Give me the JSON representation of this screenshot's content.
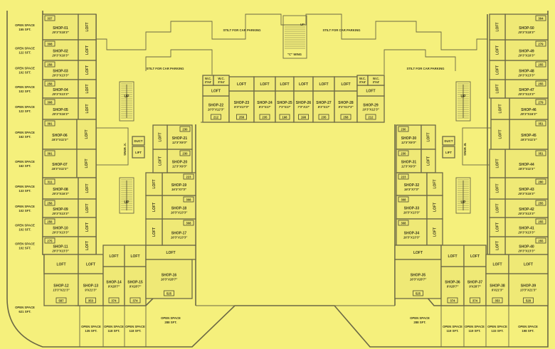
{
  "labels": {
    "stilt": "STILT FOR CAR PARKING",
    "loft": "LOFT",
    "lift": "LIFT",
    "duct": "DUCT",
    "up": "UP",
    "wc": "W.C.",
    "wc_dim": "3'X4'",
    "c_wing": "\"C\" WING",
    "x_wing": "'X' WING",
    "b_wing": "'B' WING"
  },
  "colors": {
    "paper": "#f5f07c",
    "lines": "#6b6845",
    "text": "#3c3a20"
  },
  "shops": [
    {
      "name": "SHOP-01",
      "dim": "20'3\"X18'3\"",
      "area": "337"
    },
    {
      "name": "SHOP-02",
      "dim": "20'3\"X16'3\"",
      "area": "308"
    },
    {
      "name": "SHOP-03",
      "dim": "20'3\"X13'3\"",
      "area": "256"
    },
    {
      "name": "SHOP-04",
      "dim": "20'3\"X13'3\"",
      "area": "256"
    },
    {
      "name": "SHOP-05",
      "dim": "20'3\"X16'3\"",
      "area": "308"
    },
    {
      "name": "SHOP-06",
      "dim": "18'3\"X11'3\"",
      "area": "391"
    },
    {
      "name": "SHOP-07",
      "dim": "18'3\"X11'3\"",
      "area": "391"
    },
    {
      "name": "SHOP-08",
      "dim": "20'3\"X16'3\"",
      "area": "311"
    },
    {
      "name": "SHOP-09",
      "dim": "20'3\"X13'3\"",
      "area": "256"
    },
    {
      "name": "SHOP-10",
      "dim": "20'3\"X13'3\"",
      "area": "256"
    },
    {
      "name": "SHOP-11",
      "dim": "20'3\"X13'3\"",
      "area": "275"
    },
    {
      "name": "SHOP-12",
      "dim": "13'3\"X21'3\"",
      "area": "587"
    },
    {
      "name": "SHOP-13",
      "dim": "9'X21'3\"",
      "area": "353"
    },
    {
      "name": "SHOP-14",
      "dim": "9'X28'7\"",
      "area": "374"
    },
    {
      "name": "SHOP-15",
      "dim": "9'X28'7\"",
      "area": "374"
    },
    {
      "name": "SHOP-16",
      "dim": "16'3\"X28'7\"",
      "area": "525"
    },
    {
      "name": "SHOP-17",
      "dim": "16'3\"X13'3\"",
      "area": "308"
    },
    {
      "name": "SHOP-18",
      "dim": "16'3\"X13'3\"",
      "area": "308"
    },
    {
      "name": "SHOP-19",
      "dim": "16'3\"X7'3\"",
      "area": "223"
    },
    {
      "name": "SHOP-20",
      "dim": "12'3\"X9'3\"",
      "area": "230"
    },
    {
      "name": "SHOP-21",
      "dim": "12'3\"X9'3\"",
      "area": "230"
    },
    {
      "name": "SHOP-22",
      "dim": "10'3\"X12'3\"",
      "area": "212"
    },
    {
      "name": "SHOP-23",
      "dim": "9'3\"X17'3\"",
      "area": "258"
    },
    {
      "name": "SHOP-24",
      "dim": "8'3\"X17'",
      "area": "235"
    },
    {
      "name": "SHOP-25",
      "dim": "7'3\"X17'",
      "area": "198"
    },
    {
      "name": "SHOP-26",
      "dim": "7'3\"X17'",
      "area": "198"
    },
    {
      "name": "SHOP-27",
      "dim": "8'3\"X17'",
      "area": "235"
    },
    {
      "name": "SHOP-28",
      "dim": "9'3\"X17'3\"",
      "area": "258"
    },
    {
      "name": "SHOP-29",
      "dim": "10'3\"X12'3\"",
      "area": "212"
    },
    {
      "name": "SHOP-30",
      "dim": "12'3\"X9'3\"",
      "area": "230"
    },
    {
      "name": "SHOP-31",
      "dim": "12'3\"X9'3\"",
      "area": "230"
    },
    {
      "name": "SHOP-32",
      "dim": "16'3\"X7'3\"",
      "area": "223"
    },
    {
      "name": "SHOP-33",
      "dim": "16'3\"X13'3\"",
      "area": "308"
    },
    {
      "name": "SHOP-34",
      "dim": "16'3\"X13'3\"",
      "area": "308"
    },
    {
      "name": "SHOP-35",
      "dim": "16'3\"X28'7\"",
      "area": "525"
    },
    {
      "name": "SHOP-36",
      "dim": "9'X28'7\"",
      "area": "374"
    },
    {
      "name": "SHOP-37",
      "dim": "9'X28'7\"",
      "area": "374"
    },
    {
      "name": "SHOP-38",
      "dim": "9'X21'3\"",
      "area": "353"
    },
    {
      "name": "SHOP-39",
      "dim": "13'3\"X21'3\"",
      "area": "528"
    },
    {
      "name": "SHOP-40",
      "dim": "20'3\"X13'3\"",
      "area": "255"
    },
    {
      "name": "SHOP-41",
      "dim": "20'3\"X13'3\"",
      "area": "255"
    },
    {
      "name": "SHOP-42",
      "dim": "20'3\"X13'3\"",
      "area": "255"
    },
    {
      "name": "SHOP-43",
      "dim": "20'3\"X15'3\"",
      "area": "280"
    },
    {
      "name": "SHOP-44",
      "dim": "18'3\"X11'3\"",
      "area": "351"
    },
    {
      "name": "SHOP-45",
      "dim": "18'3\"X11'3\"",
      "area": "351"
    },
    {
      "name": "SHOP-46",
      "dim": "20'3\"X16'3\"",
      "area": "279"
    },
    {
      "name": "SHOP-47",
      "dim": "20'3\"X13'3\"",
      "area": "255"
    },
    {
      "name": "SHOP-48",
      "dim": "20'3\"X13'3\"",
      "area": "255"
    },
    {
      "name": "SHOP-49",
      "dim": "20'3\"X16'3\"",
      "area": "279"
    },
    {
      "name": "SHOP-50",
      "dim": "20'3\"X18'3\"",
      "area": "304"
    }
  ],
  "open_spaces": [
    {
      "title": "OPEN SPACE",
      "area": "155 SFT."
    },
    {
      "title": "OPEN SPACE",
      "area": "122 SFT."
    },
    {
      "title": "OPEN SPACE",
      "area": "102 SFT."
    },
    {
      "title": "OPEN SPACE",
      "area": "102 SFT."
    },
    {
      "title": "OPEN SPACE",
      "area": "122 SFT."
    },
    {
      "title": "OPEN SPACE",
      "area": "162 SFT."
    },
    {
      "title": "OPEN SPACE",
      "area": "162 SFT."
    },
    {
      "title": "OPEN SPACE",
      "area": "133 SFT."
    },
    {
      "title": "OPEN SPACE",
      "area": "102 SFT."
    },
    {
      "title": "OPEN SPACE",
      "area": "102 SFT."
    },
    {
      "title": "OPEN SPACE",
      "area": "102 SFT."
    },
    {
      "title": "OPEN SPACE",
      "area": "621 SFT."
    },
    {
      "title": "OPEN SPACE",
      "area": "135 SFT."
    },
    {
      "title": "OPEN SPACE",
      "area": "118 SFT."
    },
    {
      "title": "OPEN SPACE",
      "area": "118 SFT."
    },
    {
      "title": "OPEN SPACE",
      "area": "288 SFT."
    },
    {
      "title": "OPEN SPACE",
      "area": "288 SFT."
    },
    {
      "title": "OPEN SPACE",
      "area": "119 SFT."
    },
    {
      "title": "OPEN SPACE",
      "area": "119 SFT."
    },
    {
      "title": "OPEN SPACE",
      "area": "133 SFT."
    },
    {
      "title": "OPEN SPACE",
      "area": "198 SFT."
    }
  ]
}
